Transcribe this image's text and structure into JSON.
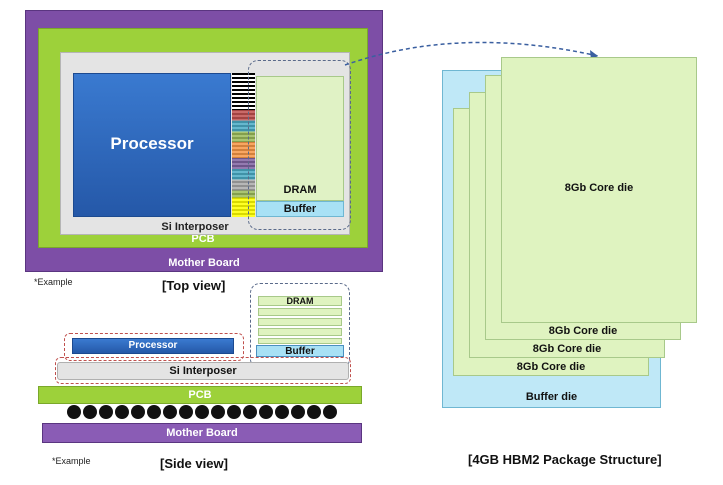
{
  "top_view": {
    "motherboard": "Mother Board",
    "pcb": "PCB",
    "interposer": "Si Interposer",
    "processor": "Processor",
    "dram": "DRAM",
    "buffer": "Buffer",
    "example": "*Example",
    "caption": "[Top view]"
  },
  "side_view": {
    "processor": "Processor",
    "interposer": "Si Interposer",
    "dram": "DRAM",
    "buffer": "Buffer",
    "pcb": "PCB",
    "motherboard": "Mother Board",
    "example": "*Example",
    "caption": "[Side view]"
  },
  "hbm2": {
    "core_die_labels": [
      "8Gb Core die",
      "8Gb Core die",
      "8Gb Core die",
      "8Gb Core die"
    ],
    "buffer_die": "Buffer die",
    "caption": "[4GB HBM2 Package Structure]"
  },
  "colors": {
    "motherboard": "#7e4fa6",
    "pcb": "#9acd32",
    "interposer": "#d9d9d9",
    "processor": "#2e6cc0",
    "buffer": "#a8e1f5",
    "core_die": "#dff3c0"
  }
}
